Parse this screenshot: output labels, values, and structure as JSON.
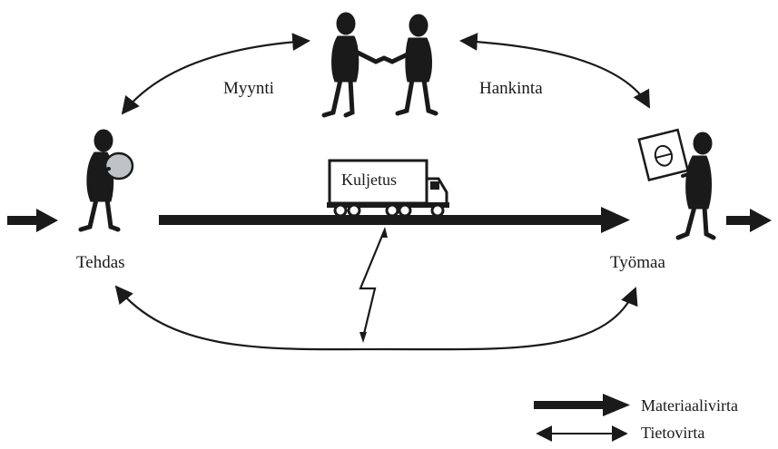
{
  "labels": {
    "sales": "Myynti",
    "procurement": "Hankinta",
    "factory": "Tehdas",
    "site": "Työmaa",
    "transport": "Kuljetus"
  },
  "legend": {
    "material_flow": "Materiaalivirta",
    "information_flow": "Tietovirta"
  },
  "colors": {
    "ink": "#1a1a1a",
    "background": "#ffffff",
    "package": "#bfc3c8"
  },
  "icons": {
    "handshake": "handshake-figures-icon",
    "factory": "factory-worker-icon",
    "site": "site-worker-icon",
    "truck": "truck-icon",
    "signal": "lightning-bolt-icon"
  }
}
